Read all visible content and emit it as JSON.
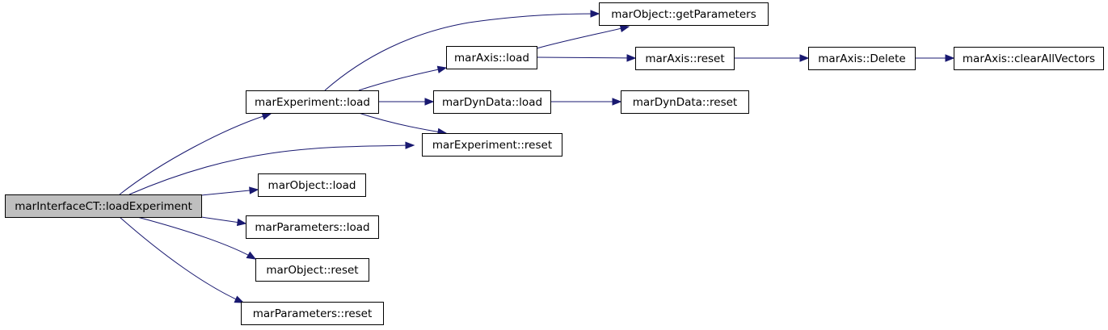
{
  "colors": {
    "root_fill": "#bfbfbf",
    "node_fill": "#ffffff",
    "edge": "#191970"
  },
  "nodes": [
    {
      "id": "loadExperiment",
      "label": "marInterfaceCT::loadExperiment",
      "root": true
    },
    {
      "id": "expLoad",
      "label": "marExperiment::load"
    },
    {
      "id": "expReset",
      "label": "marExperiment::reset"
    },
    {
      "id": "objLoad",
      "label": "marObject::load"
    },
    {
      "id": "paramLoad",
      "label": "marParameters::load"
    },
    {
      "id": "objReset",
      "label": "marObject::reset"
    },
    {
      "id": "paramReset",
      "label": "marParameters::reset"
    },
    {
      "id": "getParams",
      "label": "marObject::getParameters"
    },
    {
      "id": "axisLoad",
      "label": "marAxis::load"
    },
    {
      "id": "dynLoad",
      "label": "marDynData::load"
    },
    {
      "id": "axisReset",
      "label": "marAxis::reset"
    },
    {
      "id": "dynReset",
      "label": "marDynData::reset"
    },
    {
      "id": "axisDelete",
      "label": "marAxis::Delete"
    },
    {
      "id": "clearVectors",
      "label": "marAxis::clearAllVectors"
    }
  ],
  "edges": [
    {
      "from": "loadExperiment",
      "to": "expLoad"
    },
    {
      "from": "loadExperiment",
      "to": "expReset"
    },
    {
      "from": "loadExperiment",
      "to": "objLoad"
    },
    {
      "from": "loadExperiment",
      "to": "paramLoad"
    },
    {
      "from": "loadExperiment",
      "to": "objReset"
    },
    {
      "from": "loadExperiment",
      "to": "paramReset"
    },
    {
      "from": "expLoad",
      "to": "getParams"
    },
    {
      "from": "expLoad",
      "to": "axisLoad"
    },
    {
      "from": "expLoad",
      "to": "dynLoad"
    },
    {
      "from": "expLoad",
      "to": "expReset"
    },
    {
      "from": "axisLoad",
      "to": "getParams"
    },
    {
      "from": "axisLoad",
      "to": "axisReset"
    },
    {
      "from": "axisReset",
      "to": "axisDelete"
    },
    {
      "from": "axisDelete",
      "to": "clearVectors"
    },
    {
      "from": "dynLoad",
      "to": "dynReset"
    }
  ]
}
